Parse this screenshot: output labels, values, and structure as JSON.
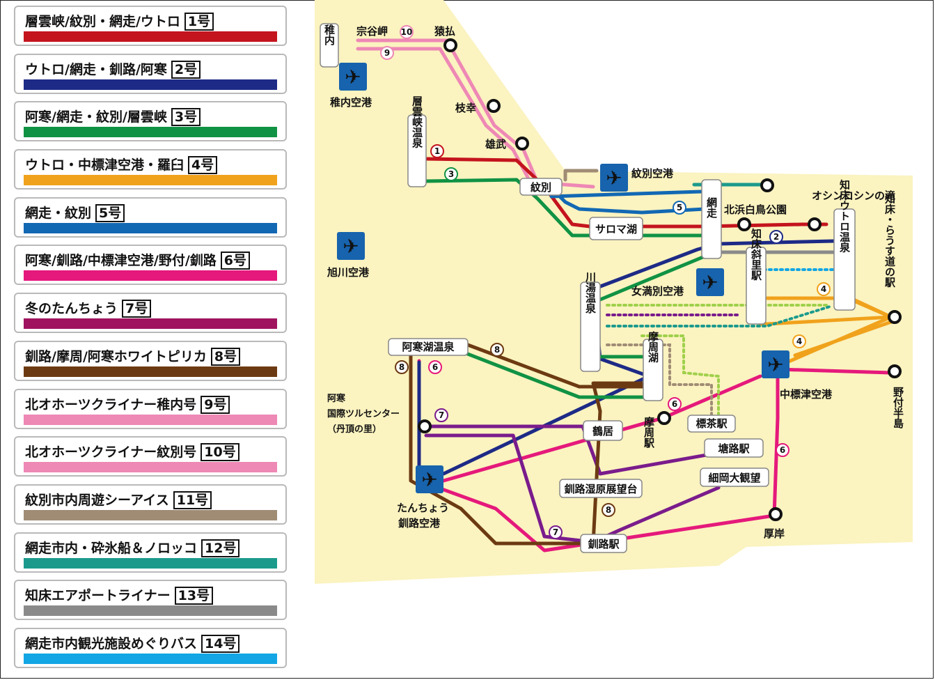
{
  "legend": [
    {
      "label": "層雲峡/紋別・網走/ウトロ",
      "num": "1号",
      "color": "#c4141d"
    },
    {
      "label": "ウトロ/網走・釧路/阿寒",
      "num": "2号",
      "color": "#1d2a86"
    },
    {
      "label": "阿寒/網走・紋別/層雲峡",
      "num": "3号",
      "color": "#109244"
    },
    {
      "label": "ウトロ・中標津空港・羅臼",
      "num": "4号",
      "color": "#f0a21c"
    },
    {
      "label": "網走・紋別",
      "num": "5号",
      "color": "#1268b3"
    },
    {
      "label": "阿寒/釧路/中標津空港/野付/釧路",
      "num": "6号",
      "color": "#e5197b"
    },
    {
      "label": "冬のたんちょう",
      "num": "7号",
      "color": "#a0135f"
    },
    {
      "label": "釧路/摩周/阿寒ホワイトピリカ",
      "num": "8号",
      "color": "#6c3a12"
    },
    {
      "label": "北オホーツクライナー稚内号",
      "num": "9号",
      "color": "#ee88b5"
    },
    {
      "label": "北オホーツクライナー紋別号",
      "num": "10号",
      "color": "#ee88b5"
    },
    {
      "label": "紋別市内周遊シーアイス",
      "num": "11号",
      "color": "#a08c75"
    },
    {
      "label": "網走市内・砕氷船＆ノロッコ",
      "num": "12号",
      "color": "#1b9a8c"
    },
    {
      "label": "知床エアポートライナー",
      "num": "13号",
      "color": "#8a8a8a"
    },
    {
      "label": "網走市内観光施設めぐりバス",
      "num": "14号",
      "color": "#12a6e4"
    }
  ],
  "map": {
    "stations": {
      "wakkanai": "稚内",
      "soyamisaki": "宗谷岬",
      "sarufutsu": "猿払",
      "esashi": "枝幸",
      "oumu": "雄武",
      "sounkyo": "層雲峡温泉",
      "monbetsu": "紋別",
      "saroma": "サロマ湖",
      "abashiri": "網走",
      "kitahama": "北浜白鳥公園",
      "oshinkoshin": "オシンコシンの滝",
      "utoro": "知床ウトロ温泉",
      "shiretokoshari": "知床斜里駅",
      "rausu": "知床・らうす道の駅",
      "kawayu": "川湯温泉",
      "mashuko": "摩周湖",
      "akankoonsen": "阿寒湖温泉",
      "tsuru1": "阿寒",
      "tsuru2": "国際ツルセンター",
      "tsuru3": "（丹頂の里）",
      "tsurui": "鶴居",
      "mashueki": "摩周駅",
      "shibecha": "標茶駅",
      "towro": "塘路駅",
      "hosooka": "細岡大観望",
      "kushiroshitsugen": "釧路湿原展望台",
      "kushiroeki": "釧路駅",
      "akkeshi": "厚岸",
      "nakashibetsu": "中標津空港",
      "notsuke": "野付半島"
    },
    "airports": {
      "wakkanai": "稚内空港",
      "monbetsu": "紋別空港",
      "asahikawa": "旭川空港",
      "memanbetsu": "女満別空港",
      "kushiro1": "たんちょう",
      "kushiro2": "釧路空港"
    },
    "route_numbers": [
      "1",
      "2",
      "3",
      "4",
      "5",
      "6",
      "7",
      "8",
      "9",
      "10"
    ],
    "route_suffix": "号"
  }
}
